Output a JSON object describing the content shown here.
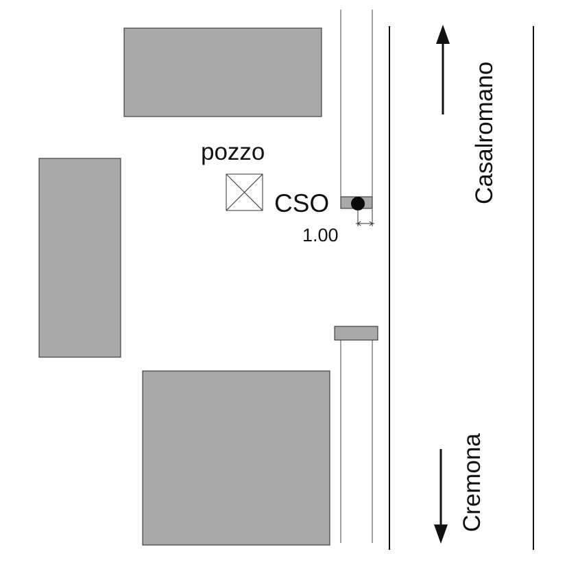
{
  "labels": {
    "well": "pozzo",
    "cso": "CSO",
    "distance": "1.00",
    "direction_north": "Casalromano",
    "direction_south": "Cremona"
  },
  "colors": {
    "building_fill": "#a9a9a9",
    "outline": "#111111",
    "background": "#ffffff"
  },
  "icons": {
    "well_symbol": "crossed-square-icon",
    "cso_symbol": "filled-circle-icon",
    "arrow_up": "arrow-up-icon",
    "arrow_down": "arrow-down-icon"
  }
}
